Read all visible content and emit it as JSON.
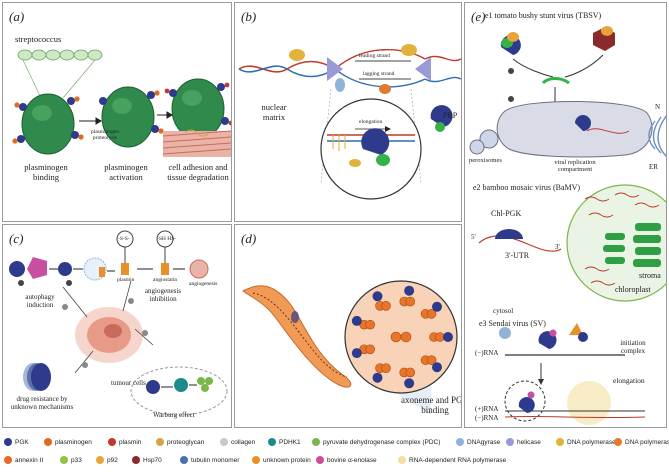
{
  "panel_a": {
    "label": "(a)",
    "streptococcus": "streptococcus",
    "proteolysis": "plasminogen proteolysis",
    "steps": [
      "plasminogen binding",
      "plasminogen activation",
      "cell adhesion and tissue degradation"
    ]
  },
  "panel_b": {
    "label": "(b)",
    "leading": "leading strand",
    "lagging": "lagging strand",
    "nuclear": "nuclear matrix",
    "elongation": "elongation",
    "prp": "PRP"
  },
  "panel_c": {
    "label": "(c)",
    "autophagy": "autophagy induction",
    "ss": "-S-S-",
    "shhs": "-SH HS-",
    "plasmin": "plasmin",
    "angiostatin": "angiostatin",
    "angiogenesis_small": "angiogenesis",
    "angiogenesis": "angiogenesis inhibition",
    "tumour": "tumour cells",
    "drug": "drug resistance by unknown mechanisms",
    "warburg": "Warburg effect"
  },
  "panel_d": {
    "label": "(d)",
    "axoneme": "axoneme and PGK binding"
  },
  "panel_e": {
    "label": "(e)",
    "e1": "e1 tomato bushy stunt virus (TBSV)",
    "peroxisomes": "peroxisomes",
    "viral": "viral replication compartment",
    "er": "ER",
    "n": "N",
    "e2": "e2 bamboo mosaic virus (BaMV)",
    "chlpgk": "Chl-PGK",
    "five": "5'",
    "three": "3'",
    "utr": "3'-UTR",
    "stroma": "stroma",
    "chloroplast": "chloroplast",
    "cytosol": "cytosol",
    "e3": "e3 Sendai virus (SV)",
    "initiation": "initiation complex",
    "minus_rna": "(−)RNA",
    "elongation": "elongation",
    "plus_rna": "(+)RNA",
    "minus_rna2": "(−)RNA"
  },
  "legend": {
    "row1": [
      {
        "name": "PGK",
        "icon": "pgk-icon",
        "color": "#2e3a8c"
      },
      {
        "name": "plasminogen",
        "icon": "plasminogen-icon",
        "color": "#e06b1f"
      },
      {
        "name": "plasmin",
        "icon": "plasmin-icon",
        "color": "#c0392b"
      },
      {
        "name": "proteoglycan",
        "icon": "proteoglycan-icon",
        "color": "#d9a441"
      },
      {
        "name": "collagen",
        "icon": "collagen-icon",
        "color": "#c9c9c9"
      },
      {
        "name": "PDHK1",
        "icon": "pdhk1-icon",
        "color": "#1e8a8a"
      },
      {
        "name": "pyruvate dehydrogenase complex (PDC)",
        "icon": "pdc-icon",
        "color": "#7ab648"
      },
      {
        "name": "DNAgyrase",
        "icon": "dnagyrase-icon",
        "color": "#8fb3d9"
      },
      {
        "name": "helicase",
        "icon": "helicase-icon",
        "color": "#9a9ad6"
      },
      {
        "name": "DNA polymerase δ",
        "icon": "dna-polymerase-delta-icon",
        "color": "#e3b23c"
      },
      {
        "name": "DNA polymerase α",
        "icon": "dna-polymerase-alpha-icon",
        "color": "#e07a2e"
      }
    ],
    "row2": [
      {
        "name": "annexin II",
        "icon": "annexin-icon",
        "color": "#e8692a"
      },
      {
        "name": "p33",
        "icon": "p33-icon",
        "color": "#8cc63f"
      },
      {
        "name": "p92",
        "icon": "p92-icon",
        "color": "#e8a33a"
      },
      {
        "name": "Hsp70",
        "icon": "hsp70-icon",
        "color": "#8b2a2a"
      },
      {
        "name": "tubulin monomer",
        "icon": "tubulin-icon",
        "color": "#4a6fb3"
      },
      {
        "name": "unknown protein",
        "icon": "unknown-protein-icon",
        "color": "#e8902a"
      },
      {
        "name": "bovine α-enolase",
        "icon": "enolase-icon",
        "color": "#c84fa0"
      },
      {
        "name": "RNA-dependent RNA polymerase",
        "icon": "rdrp-icon",
        "color": "#f2df9e"
      }
    ]
  }
}
